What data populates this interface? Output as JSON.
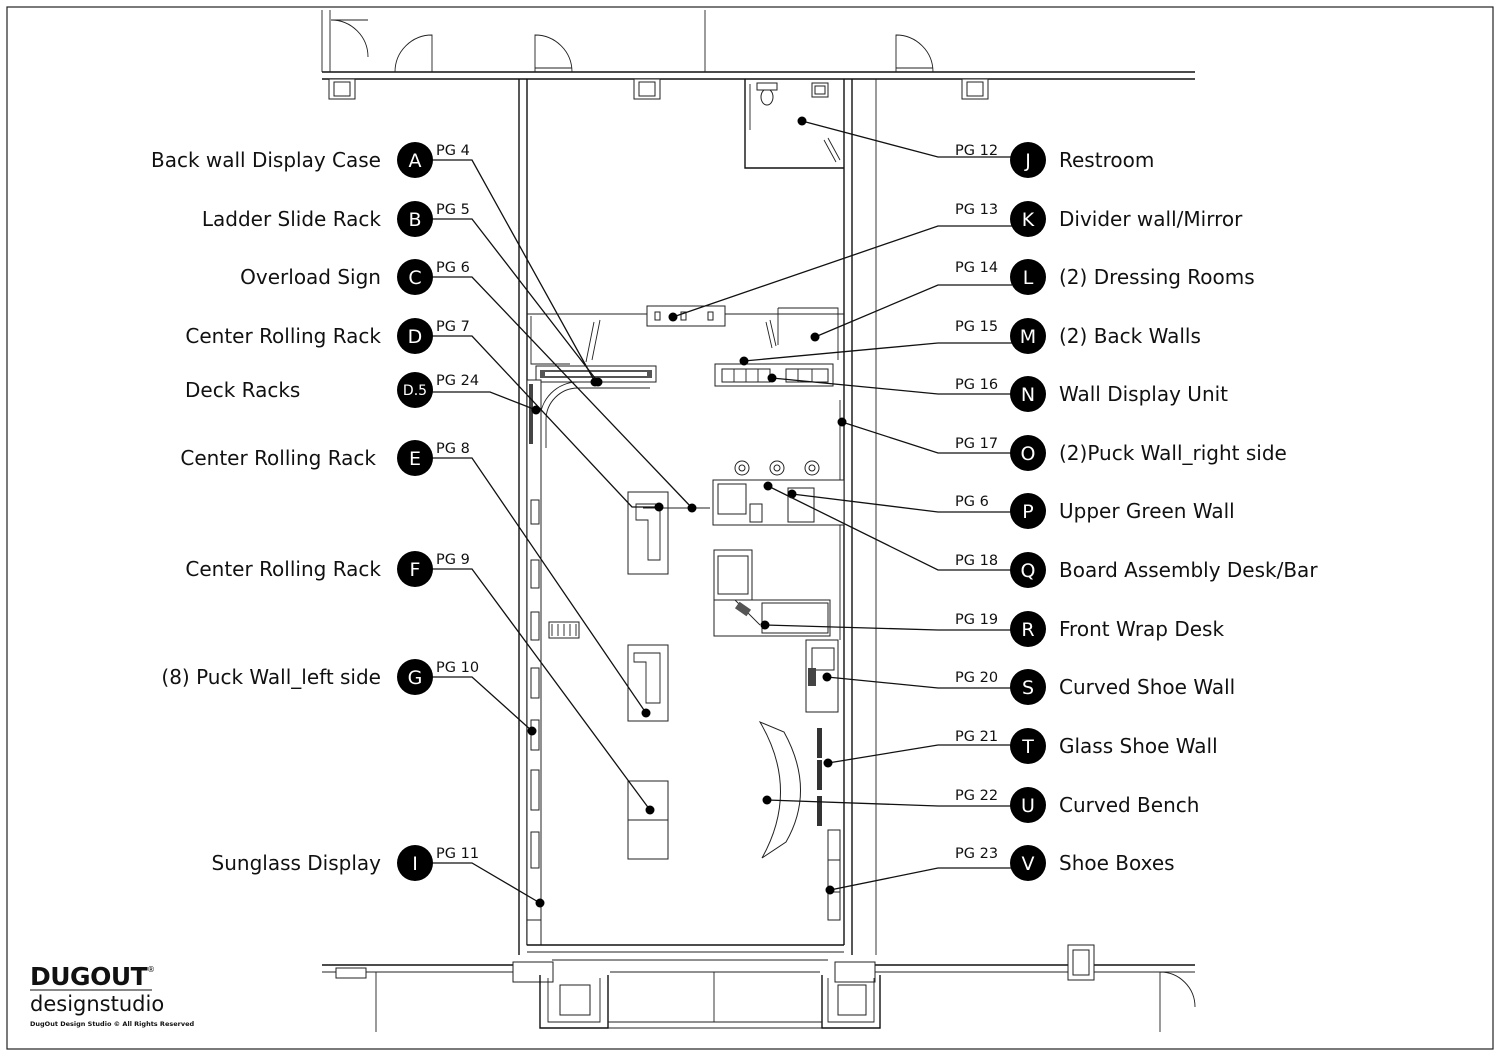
{
  "callouts": [
    {
      "code": "A",
      "label": "Back wall Display Case",
      "page": "PG 4"
    },
    {
      "code": "B",
      "label": "Ladder Slide Rack",
      "page": "PG 5"
    },
    {
      "code": "C",
      "label": "Overload Sign",
      "page": "PG 6"
    },
    {
      "code": "D",
      "label": "Center Rolling Rack",
      "page": "PG 7"
    },
    {
      "code": "D.5",
      "label": "Deck Racks",
      "page": "PG 24"
    },
    {
      "code": "E",
      "label": "Center Rolling Rack",
      "page": "PG 8"
    },
    {
      "code": "F",
      "label": "Center Rolling Rack",
      "page": "PG 9"
    },
    {
      "code": "G",
      "label": "(8) Puck Wall_left side",
      "page": "PG 10"
    },
    {
      "code": "I",
      "label": "Sunglass Display",
      "page": "PG 11"
    },
    {
      "code": "J",
      "label": "Restroom",
      "page": "PG 12"
    },
    {
      "code": "K",
      "label": "Divider wall/Mirror",
      "page": "PG 13"
    },
    {
      "code": "L",
      "label": "(2) Dressing Rooms",
      "page": "PG 14"
    },
    {
      "code": "M",
      "label": "(2) Back Walls",
      "page": "PG 15"
    },
    {
      "code": "N",
      "label": "Wall Display Unit",
      "page": "PG 16"
    },
    {
      "code": "O",
      "label": "(2)Puck Wall_right side",
      "page": "PG 17"
    },
    {
      "code": "P",
      "label": "Upper Green Wall",
      "page": "PG 6"
    },
    {
      "code": "Q",
      "label": "Board Assembly Desk/Bar",
      "page": "PG 18"
    },
    {
      "code": "R",
      "label": "Front Wrap Desk",
      "page": "PG 19"
    },
    {
      "code": "S",
      "label": "Curved Shoe Wall",
      "page": "PG 20"
    },
    {
      "code": "T",
      "label": "Glass Shoe Wall",
      "page": "PG 21"
    },
    {
      "code": "U",
      "label": "Curved Bench",
      "page": "PG 22"
    },
    {
      "code": "V",
      "label": "Shoe Boxes",
      "page": "PG 23"
    }
  ],
  "brand": {
    "name_top": "DUGOUT",
    "registered": "®",
    "name_bottom": "designstudio",
    "copyright": "DugOut Design Studio © All Rights Reserved"
  },
  "colors": {
    "ink": "#111111",
    "badge": "#000000",
    "badge_text": "#ffffff",
    "paper": "#ffffff"
  }
}
